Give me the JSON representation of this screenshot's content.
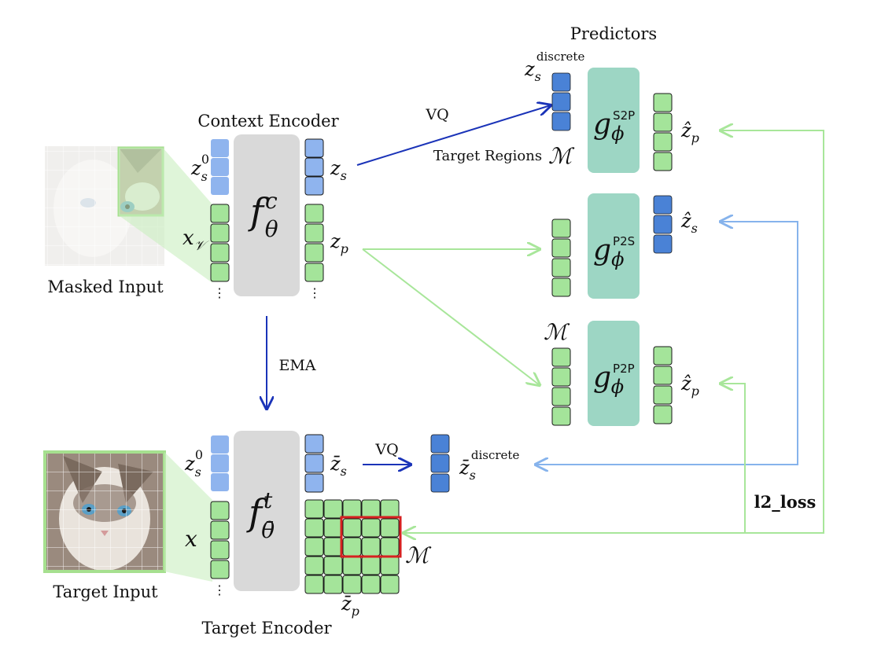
{
  "labels": {
    "masked_input": "Masked Input",
    "target_input": "Target Input",
    "context_encoder": "Context Encoder",
    "target_encoder": "Target Encoder",
    "predictors": "Predictors",
    "ema": "EMA",
    "vq_top": "VQ",
    "vq_bottom": "VQ",
    "target_regions": "Target Regions",
    "l2_loss": "l2_loss",
    "m_symbol": "ℳ"
  },
  "math": {
    "z_s0_sym": "z",
    "z_s0_sub": "s",
    "z_s0_sup": "0",
    "x_v_sym": "x",
    "x_v_sub": "𝒱",
    "x_sym": "x",
    "f_sym": "f",
    "f_c_sup": "c",
    "f_c_sub": "θ",
    "f_t_sup": "t",
    "f_t_sub": "θ̄",
    "z_sym": "z",
    "s_sub": "s",
    "p_sub": "p",
    "zhat_sym": "ẑ",
    "zbar_sym": "z̄",
    "discrete_sup": "discrete",
    "g_sym": "g",
    "g_sub": "ϕ",
    "g_s2p_sup": "S2P",
    "g_p2s_sup": "P2S",
    "g_p2p_sup": "P2P",
    "dots": "⋮"
  },
  "colors": {
    "blue_token": "#8fb4ee",
    "dark_blue_token": "#4a82d6",
    "green_token": "#a4e49a",
    "encoder_gray": "#d9d9d9",
    "predictor_teal": "#9dd6c4",
    "arrow_dark_blue": "#1a33b8",
    "arrow_light_green": "#a8e69a",
    "arrow_light_blue": "#86b3ec",
    "mask_red": "#d62020"
  }
}
